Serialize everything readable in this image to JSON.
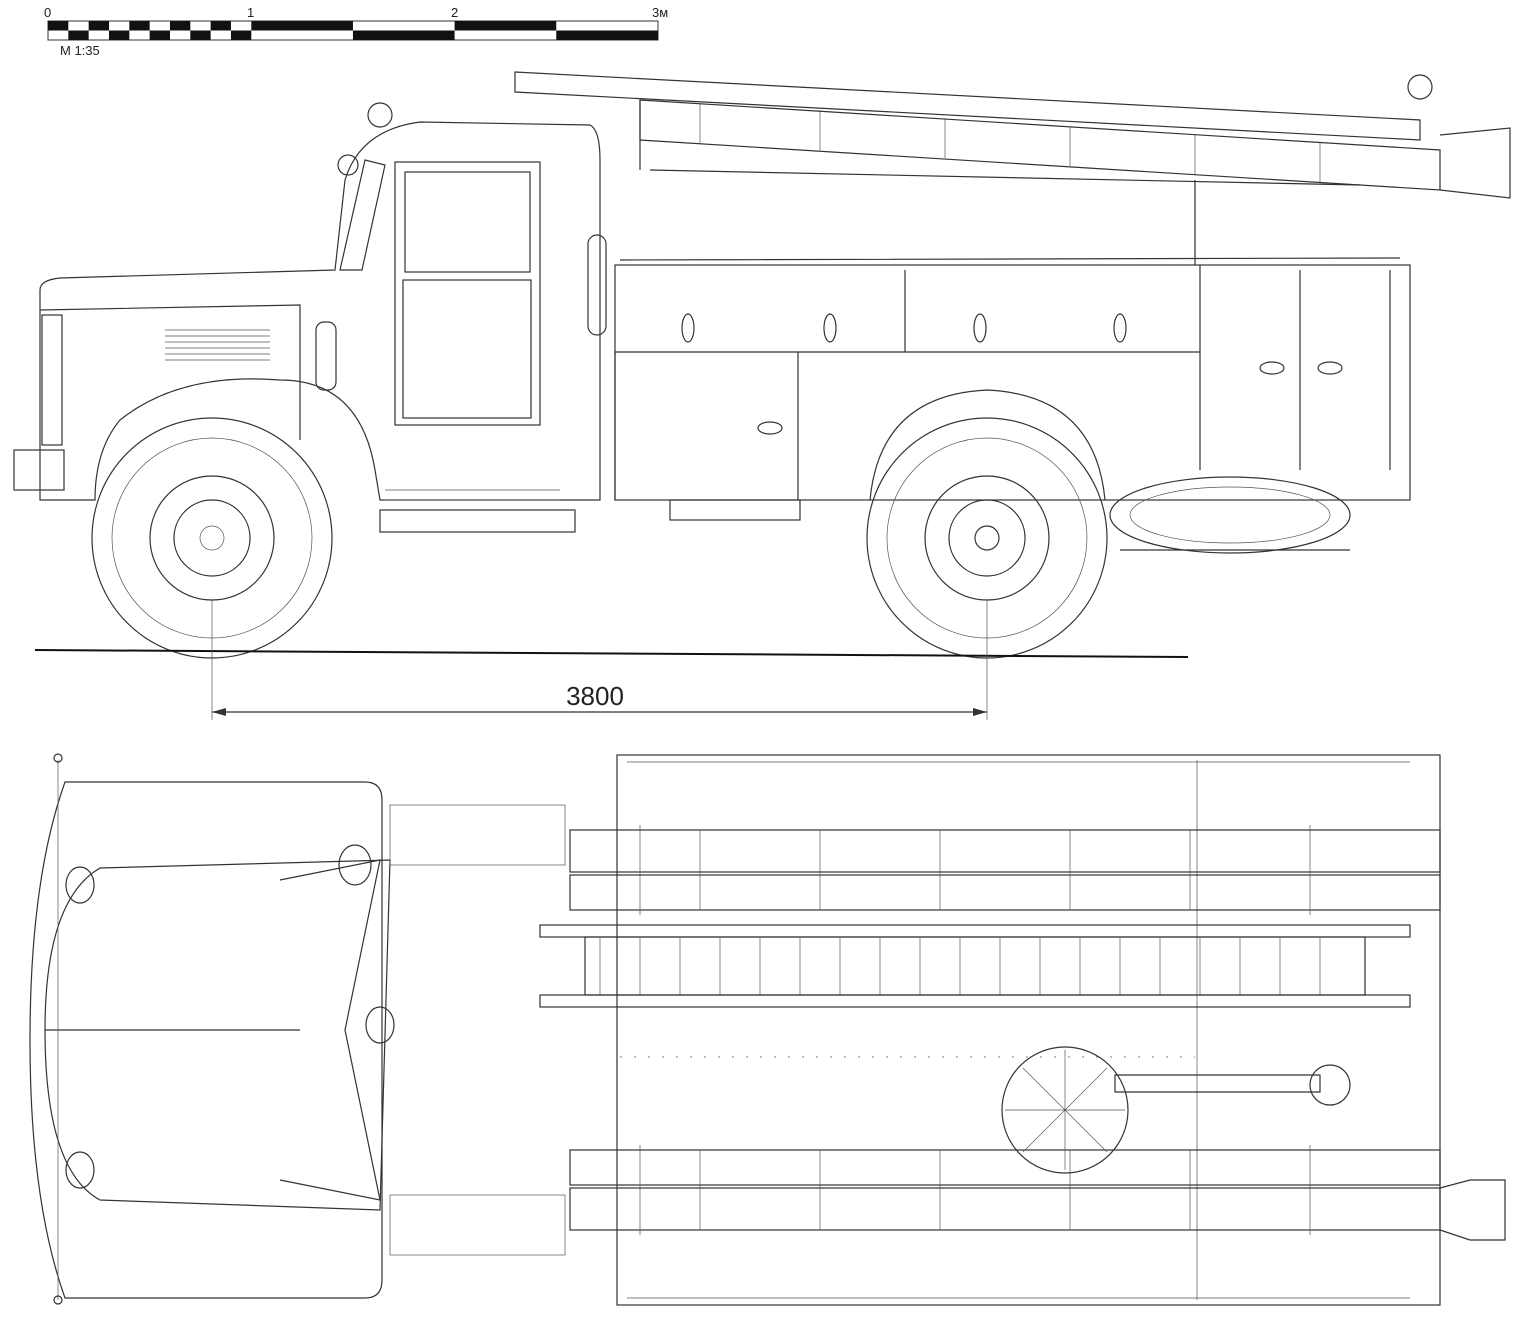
{
  "scale_bar": {
    "ticks": [
      "0",
      "1",
      "2",
      "3м"
    ],
    "scale_label": "M 1:35",
    "subdivisions_first_meter": 10
  },
  "side_view": {
    "wheelbase_label": "3800"
  },
  "colors": {
    "line": "#333333",
    "background": "#ffffff"
  }
}
